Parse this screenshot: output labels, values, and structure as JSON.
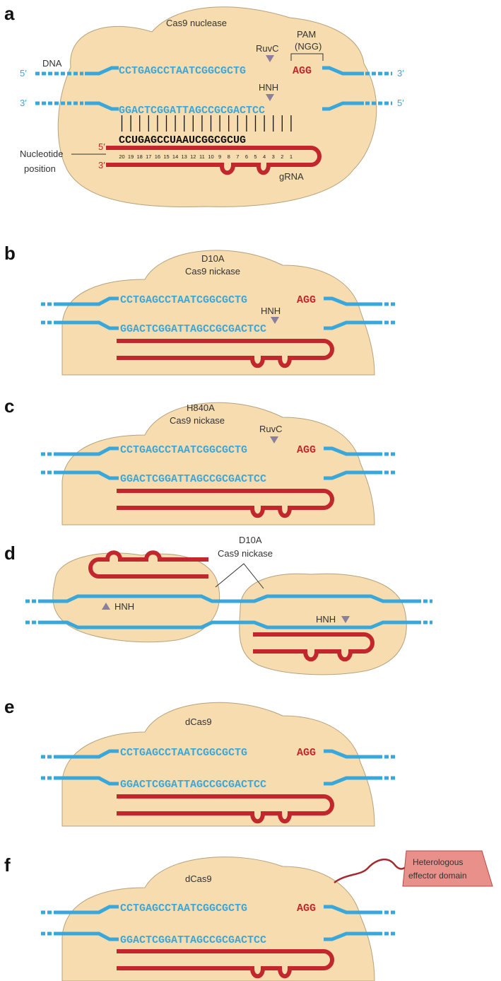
{
  "colors": {
    "dna": "#3aa7da",
    "rna": "#c1272d",
    "protein_fill": "#f6dcae",
    "protein_stroke": "#b6a27d",
    "effector_fill": "#e9908a",
    "effector_stroke": "#b04a45",
    "cut_marker": "#8a7f9c",
    "text": "#333333"
  },
  "panels": {
    "a": {
      "letter": "a",
      "protein_label": "Cas9 nuclease",
      "dna_label": "DNA",
      "pam_label": "PAM",
      "pam_motif": "(NGG)",
      "ruvc_label": "RuvC",
      "hnh_label": "HNH",
      "top_seq": "CCTGAGCCTAATCGGCGCTG",
      "pam_seq": "AGG",
      "bottom_seq": "GGACTCGGATTAGCCGCGACTCC",
      "rna_seq": "CCUGAGCCUAAUCGGCGCUG",
      "nucleotide_label_1": "Nucleotide",
      "nucleotide_label_2": "position",
      "grna_label": "gRNA",
      "five_prime": "5′",
      "three_prime": "3′",
      "positions": [
        "20",
        "19",
        "18",
        "17",
        "16",
        "15",
        "14",
        "13",
        "12",
        "11",
        "10",
        "9",
        "8",
        "7",
        "6",
        "5",
        "4",
        "3",
        "2",
        "1"
      ]
    },
    "b": {
      "letter": "b",
      "protein_label_1": "D10A",
      "protein_label_2": "Cas9 nickase",
      "hnh_label": "HNH",
      "top_seq": "CCTGAGCCTAATCGGCGCTG",
      "pam_seq": "AGG",
      "bottom_seq": "GGACTCGGATTAGCCGCGACTCC"
    },
    "c": {
      "letter": "c",
      "protein_label_1": "H840A",
      "protein_label_2": "Cas9 nickase",
      "ruvc_label": "RuvC",
      "top_seq": "CCTGAGCCTAATCGGCGCTG",
      "pam_seq": "AGG",
      "bottom_seq": "GGACTCGGATTAGCCGCGACTCC"
    },
    "d": {
      "letter": "d",
      "protein_label_1": "D10A",
      "protein_label_2": "Cas9 nickase",
      "hnh_left": "HNH",
      "hnh_right": "HNH"
    },
    "e": {
      "letter": "e",
      "protein_label": "dCas9",
      "top_seq": "CCTGAGCCTAATCGGCGCTG",
      "pam_seq": "AGG",
      "bottom_seq": "GGACTCGGATTAGCCGCGACTCC"
    },
    "f": {
      "letter": "f",
      "protein_label": "dCas9",
      "effector_line_1": "Heterologous",
      "effector_line_2": "effector domain",
      "top_seq": "CCTGAGCCTAATCGGCGCTG",
      "pam_seq": "AGG",
      "bottom_seq": "GGACTCGGATTAGCCGCGACTCC"
    }
  }
}
